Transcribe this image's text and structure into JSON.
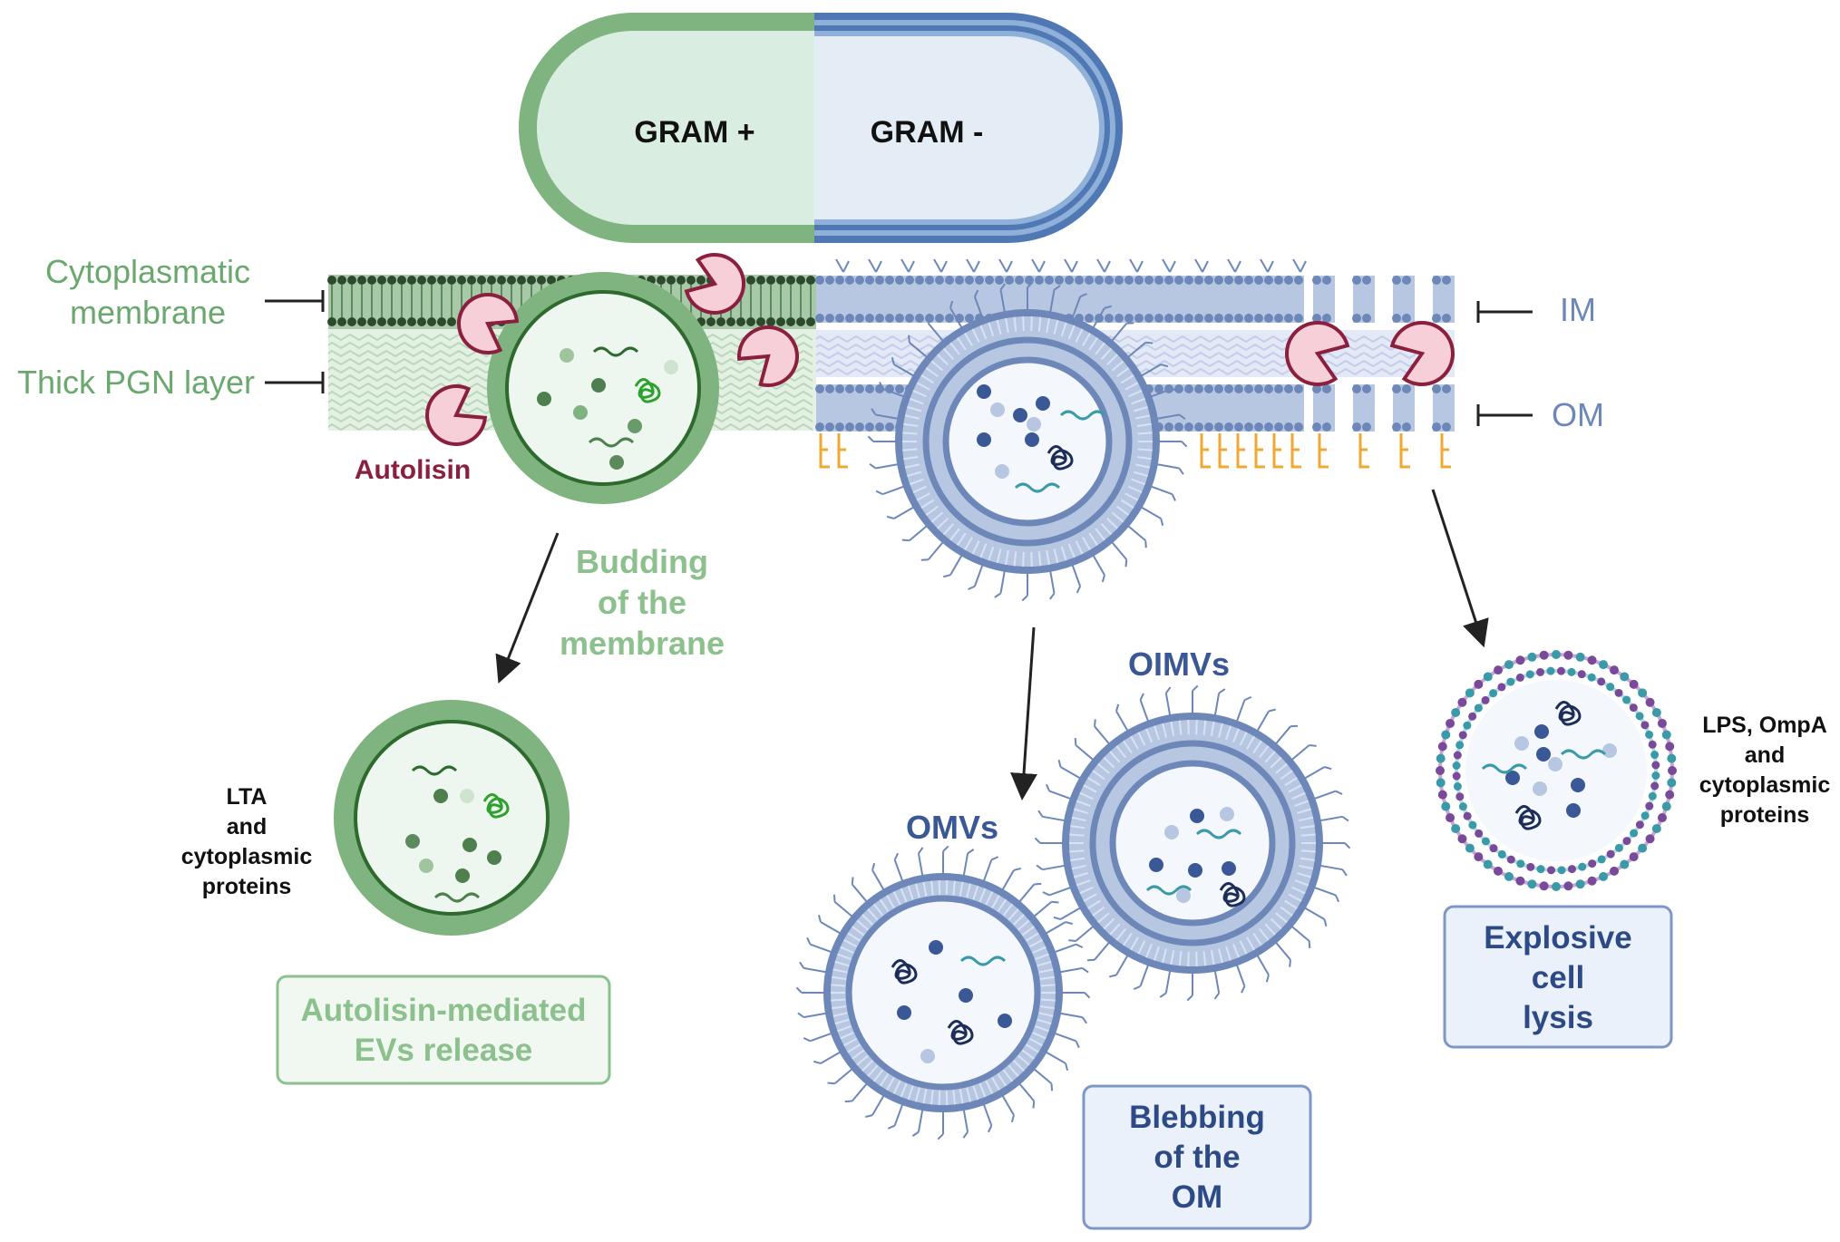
{
  "cell": {
    "gram_pos": "GRAM +",
    "gram_neg": "GRAM -"
  },
  "labels": {
    "cytoplasmatic_line1": "Cytoplasmatic",
    "cytoplasmatic_line2": "membrane",
    "thick_pgn": "Thick PGN layer",
    "autolisin": "Autolisin",
    "im": "IM",
    "om": "OM",
    "budding": [
      "Budding",
      "of the",
      "membrane"
    ],
    "lta": [
      "LTA",
      "and",
      "cytoplasmic",
      "proteins"
    ],
    "oimvs": "OIMVs",
    "omvs": "OMVs",
    "lps": [
      "LPS, OmpA",
      "and",
      "cytoplasmic",
      "proteins"
    ]
  },
  "boxes": {
    "autolisin_release": [
      "Autolisin-mediated",
      "EVs release"
    ],
    "blebbing": [
      "Blebbing",
      "of the",
      "OM"
    ],
    "explosive": [
      "Explosive",
      "cell",
      "lysis"
    ]
  },
  "colors": {
    "green_dark": "#2e4a2e",
    "green": "#7fb37f",
    "green_light": "#d9eee0",
    "green_text": "#6aa86e",
    "blue": "#6d88b8",
    "blue_dark": "#2d4a86",
    "blue_light": "#e4ecf6",
    "crimson": "#8a1f3e",
    "pink": "#f6cfd8",
    "orange": "#f0a830",
    "teal": "#3a9aa8",
    "purple": "#7a4a9a"
  },
  "icons": [
    "autolisin-pacman-icon",
    "vesicle-icon",
    "dna-coil-icon",
    "lps-chain-icon"
  ]
}
